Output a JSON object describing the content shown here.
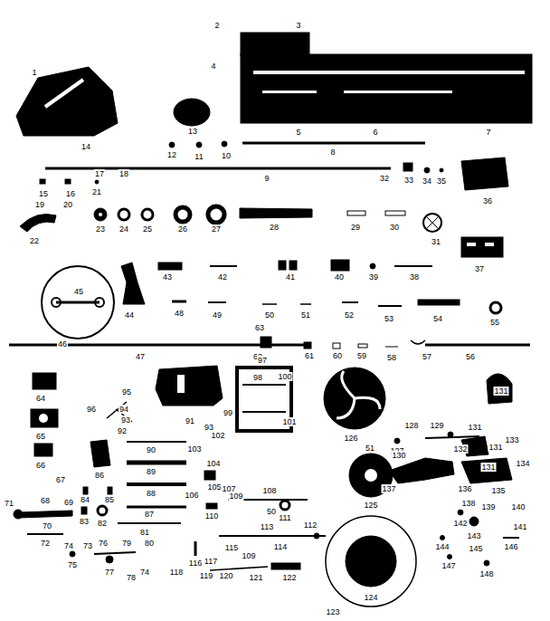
{
  "diagram": {
    "labels": [
      "1",
      "2",
      "3",
      "4",
      "5",
      "6",
      "7",
      "8",
      "9",
      "10",
      "11",
      "12",
      "13",
      "14",
      "15",
      "16",
      "17",
      "18",
      "19",
      "20",
      "21",
      "22",
      "23",
      "24",
      "25",
      "26",
      "27",
      "28",
      "29",
      "30",
      "31",
      "32",
      "33",
      "34",
      "35",
      "36",
      "37",
      "38",
      "39",
      "40",
      "41",
      "42",
      "43",
      "44",
      "45",
      "46",
      "47",
      "48",
      "49",
      "50",
      "51",
      "52",
      "53",
      "54",
      "55",
      "56",
      "57",
      "58",
      "59",
      "60",
      "61",
      "62",
      "63",
      "64",
      "65",
      "66",
      "67",
      "68",
      "69",
      "70",
      "71",
      "72",
      "73",
      "74",
      "75",
      "76",
      "77",
      "78",
      "79",
      "80",
      "81",
      "82",
      "83",
      "84",
      "85",
      "86",
      "87",
      "88",
      "89",
      "90",
      "91",
      "92",
      "93",
      "94",
      "95",
      "96",
      "97",
      "98",
      "99",
      "100",
      "101",
      "102",
      "103",
      "104",
      "105",
      "106",
      "107",
      "108",
      "109",
      "93",
      "110",
      "50",
      "111",
      "112",
      "113",
      "114",
      "115",
      "116",
      "117",
      "118",
      "119",
      "120",
      "121",
      "122",
      "109",
      "123",
      "124",
      "125",
      "126",
      "51",
      "127",
      "128",
      "129",
      "130",
      "131",
      "131",
      "131",
      "131",
      "132",
      "133",
      "134",
      "135",
      "136",
      "137",
      "138",
      "139",
      "140",
      "141",
      "142",
      "143",
      "144",
      "145",
      "146",
      "147",
      "148",
      "74"
    ]
  }
}
